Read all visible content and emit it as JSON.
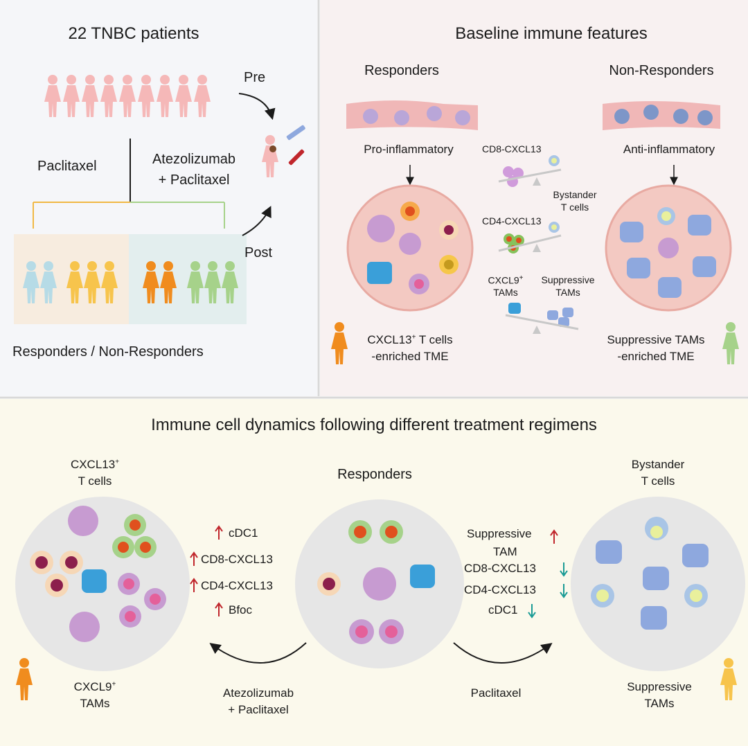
{
  "colors": {
    "pink_patient": "#f5b8b8",
    "responder_orange": "#f08c1e",
    "nonresponder_green": "#a6d28a",
    "responder_light": "#f7c44c",
    "nonresponder_light": "#b6dbe6",
    "up_arrow": "#c0262c",
    "down_arrow": "#1a9b95",
    "macrophage_purple": "#c79bd1",
    "tam_blue": "#8ea8de"
  },
  "panel_a": {
    "title": "22 TNBC patients",
    "arm_left": "Paclitaxel",
    "arm_right_line1": "Atezolizumab",
    "arm_right_line2": "+ Paclitaxel",
    "pre": "Pre",
    "post": "Post",
    "caption": "Responders / Non-Responders"
  },
  "panel_b": {
    "title": "Baseline immune features",
    "responders": "Responders",
    "non_responders": "Non-Responders",
    "pro_inflammatory": "Pro-inflammatory",
    "anti_inflammatory": "Anti-inflammatory",
    "cd8": "CD8-CXCL13",
    "cd4": "CD4-CXCL13",
    "bystander_line1": "Bystander",
    "bystander_line2": "T cells",
    "cxcl9_line1": "CXCL9",
    "cxcl9_sup": "+",
    "cxcl9_line2": "TAMs",
    "suppressive_line1": "Suppressive",
    "suppressive_line2": "TAMs",
    "left_caption_line1_main": "CXCL13",
    "left_caption_line1_sup": "+",
    "left_caption_line1_rest": " T cells",
    "left_caption_line2": "-enriched TME",
    "right_caption_line1": "Suppressive TAMs",
    "right_caption_line2": "-enriched TME"
  },
  "panel_c": {
    "title": "Immune cell dynamics following different treatment regimens",
    "left_top_line1_main": "CXCL13",
    "left_top_line1_sup": "+",
    "left_top_line2": "T cells",
    "left_bottom_line1_main": "CXCL9",
    "left_bottom_line1_sup": "+",
    "left_bottom_line2": "TAMs",
    "center_title": "Responders",
    "right_top_line1": "Bystander",
    "right_top_line2": "T cells",
    "right_bottom_line1": "Suppressive",
    "right_bottom_line2": "TAMs",
    "up_list": [
      "cDC1",
      "CD8-CXCL13",
      "CD4-CXCL13",
      "Bfoc"
    ],
    "down_list": [
      "Suppressive",
      "TAM",
      "CD8-CXCL13",
      "CD4-CXCL13",
      "cDC1"
    ],
    "arrow_left_line1": "Atezolizumab",
    "arrow_left_line2": "+ Paclitaxel",
    "arrow_right": "Paclitaxel"
  }
}
